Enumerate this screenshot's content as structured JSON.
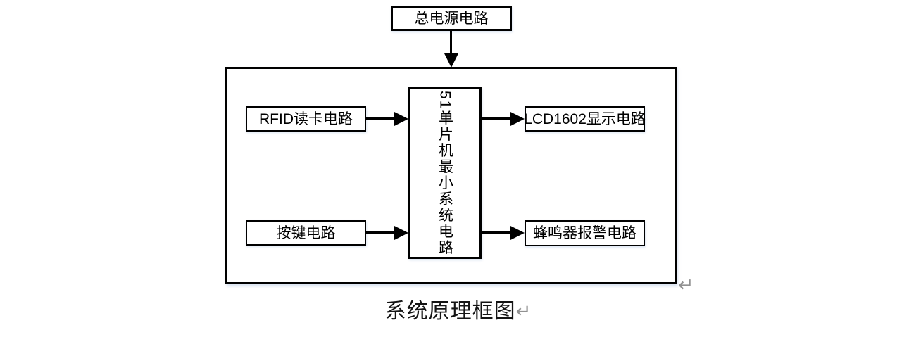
{
  "diagram": {
    "caption": "系统原理框图",
    "paragraph_mark": "↵",
    "boxes": {
      "power": {
        "label": "总电源电路"
      },
      "mcu": {
        "label": "51单片机最小系统电路"
      },
      "rfid": {
        "label": "RFID读卡电路"
      },
      "keypad": {
        "label": "按键电路"
      },
      "lcd": {
        "label": "LCD1602显示电路"
      },
      "buzzer": {
        "label": "蜂鸣器报警电路"
      }
    },
    "colors": {
      "line": "#000000",
      "text": "#141414",
      "paragraph_mark": "#919191",
      "background": "#ffffff"
    }
  }
}
